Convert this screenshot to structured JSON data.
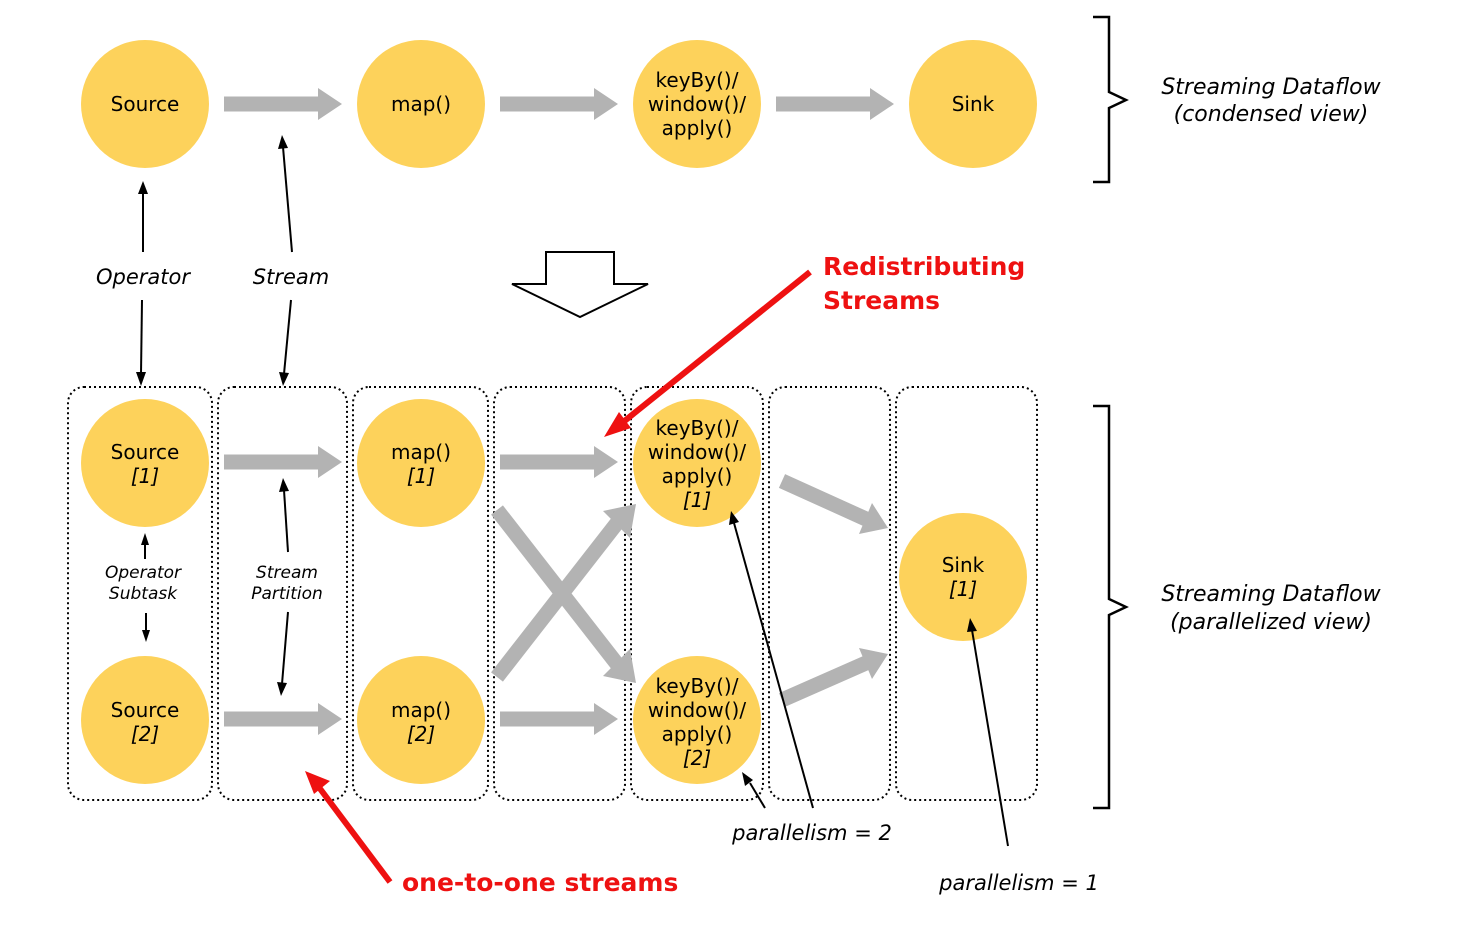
{
  "condensed": {
    "nodes": [
      {
        "lines": [
          "Source"
        ]
      },
      {
        "lines": [
          "map()"
        ]
      },
      {
        "lines": [
          "keyBy()/",
          "window()/",
          "apply()"
        ]
      },
      {
        "lines": [
          "Sink"
        ]
      }
    ],
    "view_label": [
      "Streaming Dataflow",
      "(condensed view)"
    ]
  },
  "labels": {
    "operator": "Operator",
    "stream": "Stream",
    "operator_subtask": [
      "Operator",
      "Subtask"
    ],
    "stream_partition": [
      "Stream",
      "Partition"
    ],
    "redistributing": [
      "Redistributing",
      "Streams"
    ],
    "one_to_one": "one-to-one streams",
    "parallelism_2": "parallelism = 2",
    "parallelism_1": "parallelism = 1"
  },
  "parallel": {
    "nodes": [
      {
        "lines": [
          "Source"
        ],
        "index": "[1]"
      },
      {
        "lines": [
          "Source"
        ],
        "index": "[2]"
      },
      {
        "lines": [
          "map()"
        ],
        "index": "[1]"
      },
      {
        "lines": [
          "map()"
        ],
        "index": "[2]"
      },
      {
        "lines": [
          "keyBy()/",
          "window()/",
          "apply()"
        ],
        "index": "[1]"
      },
      {
        "lines": [
          "keyBy()/",
          "window()/",
          "apply()"
        ],
        "index": "[2]"
      },
      {
        "lines": [
          "Sink"
        ],
        "index": "[1]"
      }
    ],
    "view_label": [
      "Streaming Dataflow",
      "(parallelized view)"
    ]
  }
}
